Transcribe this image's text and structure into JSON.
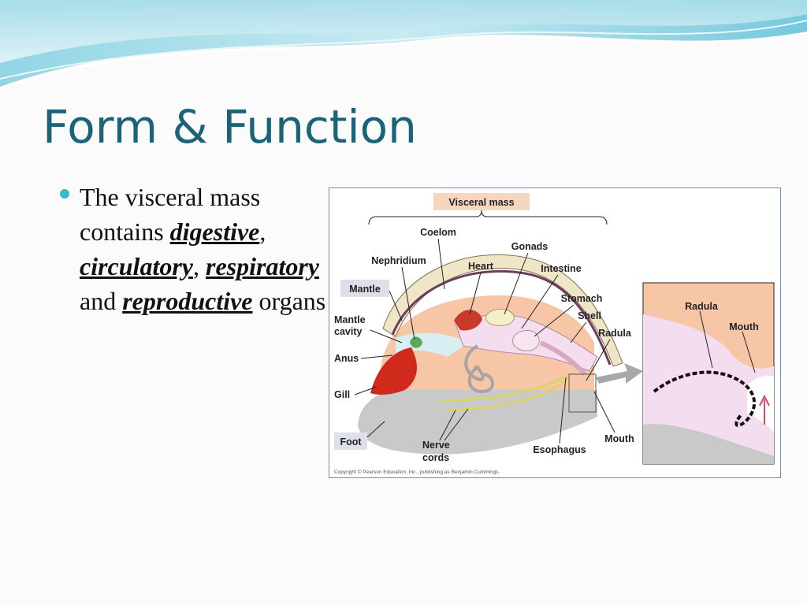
{
  "slide": {
    "title": "Form & Function",
    "bullet": {
      "t1": "The visceral mass contains ",
      "w1": "digestive",
      "t2": ", ",
      "w2": "circulatory",
      "t3": ", ",
      "w3": "respiratory",
      "t4": " and ",
      "w4": "reproductive",
      "t5": " organs"
    }
  },
  "diagram": {
    "labels": {
      "visceral_mass": "Visceral mass",
      "coelom": "Coelom",
      "gonads": "Gonads",
      "nephridium": "Nephridium",
      "heart": "Heart",
      "intestine": "Intestine",
      "mantle": "Mantle",
      "stomach": "Stomach",
      "mantle_cavity_1": "Mantle",
      "mantle_cavity_2": "cavity",
      "shell": "Shell",
      "radula": "Radula",
      "anus": "Anus",
      "gill": "Gill",
      "foot": "Foot",
      "nerve_1": "Nerve",
      "nerve_2": "cords",
      "esophagus": "Esophagus",
      "mouth": "Mouth",
      "inset_radula": "Radula",
      "inset_mouth": "Mouth"
    },
    "copyright": "Copyright © Pearson Education, Inc., publishing as Benjamin Cummings.",
    "colors": {
      "mantle_band": "#efe6c8",
      "visceral_mass": "#f6c6a6",
      "foot": "#c9c9c9",
      "gill": "#d02a1c",
      "digestive_tract": "#f5ddf0",
      "nerve": "#e8e47a",
      "label_box": "#f7d6c0"
    }
  }
}
